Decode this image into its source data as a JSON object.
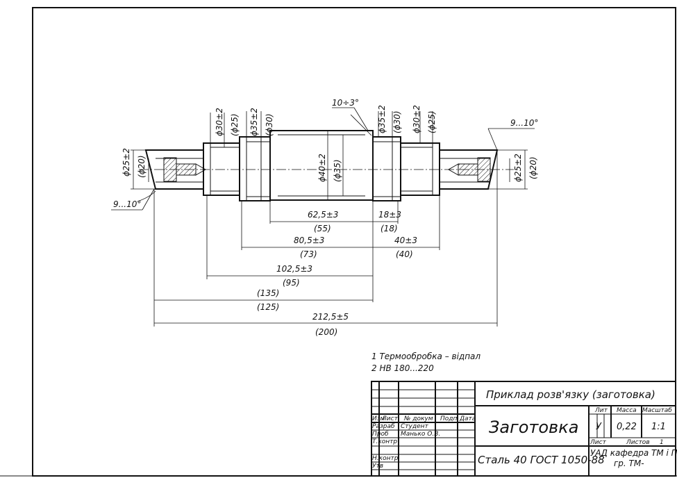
{
  "drawing": {
    "diameters": {
      "left_end": "ϕ25±2",
      "left_end_nom": "(ϕ20)",
      "step1": "ϕ30±2",
      "step1_nom": "(ϕ25)",
      "step2": "ϕ35±2",
      "step2_nom": "(ϕ30)",
      "center": "ϕ40±2",
      "center_nom": "(ϕ35)",
      "step3": "ϕ35±2",
      "step3_nom": "(ϕ30)",
      "step4": "ϕ30±2",
      "step4_nom": "(ϕ25)",
      "right_end": "ϕ25±2",
      "right_end_nom": "(ϕ20)"
    },
    "angles": {
      "center_taper": "10÷3°",
      "right_chamfer": "9...10°",
      "left_chamfer": "9...10°"
    },
    "lengths": {
      "l1": "62,5±3",
      "l1_nom": "(55)",
      "l2": "18±3",
      "l2_nom": "(18)",
      "l3": "80,5±3",
      "l3_nom": "(73)",
      "l4": "40±3",
      "l4_nom": "(40)",
      "l5": "102,5±3",
      "l5_nom": "(95)",
      "l6": "(135)",
      "l6_nom": "(125)",
      "total": "212,5±5",
      "total_nom": "(200)"
    }
  },
  "notes": [
    "1  Термообробка – відпал",
    "2  HB 180...220"
  ],
  "title_block": {
    "project_title": "Приклад розв'язку (заготовка)",
    "part_name": "Заготовка",
    "material": "Сталь 40 ГОСТ 1050-88",
    "org": "УАД кафедра ТМ і ПМ",
    "group": "гр. ТМ-",
    "col_izm": "Изм",
    "col_list": "Лист",
    "col_doc": "№ докум",
    "col_sign": "Подп",
    "col_date": "Дата",
    "row_razrab": "Разраб",
    "row_prob": "Проб",
    "row_tkontr": "Т.контр",
    "row_nkontr": "Н.контр",
    "row_utv": "Утв",
    "razrab_name": "Студент",
    "prob_name": "Манько О.В.",
    "lit_label": "Лит",
    "mass_label": "Масса",
    "scale_label": "Масштаб",
    "lit_value": "У",
    "mass_value": "0,22",
    "scale_value": "1:1",
    "sheet_label": "Лист",
    "sheets_label": "Листов",
    "sheets_value": "1"
  }
}
